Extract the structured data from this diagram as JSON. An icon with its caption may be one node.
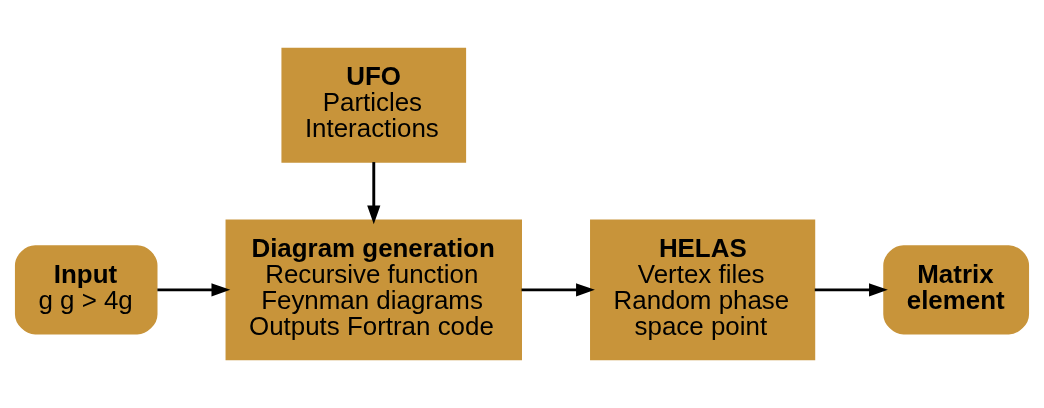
{
  "diagram": {
    "nodes": [
      {
        "text": [
          "UFO",
          "Particles",
          "Interactions"
        ]
      },
      {
        "text": [
          "Input",
          "g g > 4g"
        ]
      },
      {
        "text": [
          "Diagram generation",
          "Recursive function",
          "Feynman diagrams",
          "Outputs Fortran code"
        ]
      },
      {
        "text": [
          "HELAS",
          "Vertex files",
          "Random phase space point"
        ]
      },
      {
        "text": [
          "Matrix element"
        ]
      }
    ],
    "edges": [
      {
        "from": 0,
        "to": 2,
        "arrow": "to"
      },
      {
        "from": 1,
        "to": 2,
        "arrow": "to"
      },
      {
        "from": 2,
        "to": 3,
        "arrow": "to"
      },
      {
        "from": 3,
        "to": 4,
        "arrow": "to"
      }
    ]
  }
}
